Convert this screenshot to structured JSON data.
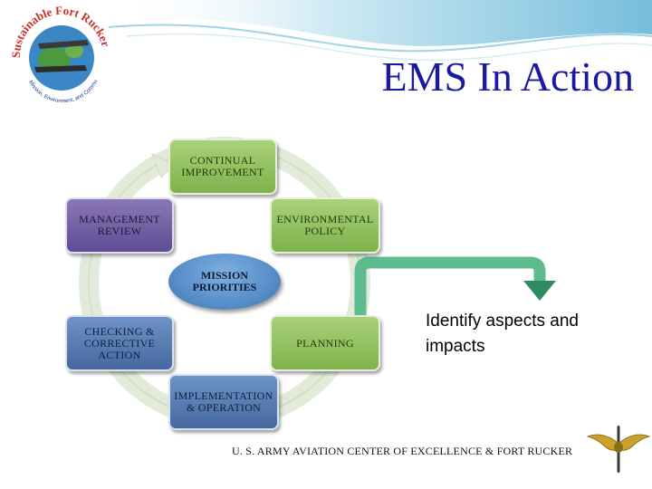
{
  "slide": {
    "title": "EMS In Action",
    "logo_text": "Sustainable Fort Rucker",
    "logo_subtext": "Mission, Environment, and Community",
    "cycle": {
      "center": "MISSION\nPRIORITIES",
      "steps": [
        {
          "label": "CONTINUAL\nIMPROVEMENT",
          "color": "green"
        },
        {
          "label": "ENVIRONMENTAL\nPOLICY",
          "color": "green"
        },
        {
          "label": "PLANNING",
          "color": "green"
        },
        {
          "label": "IMPLEMENTATION\n& OPERATION",
          "color": "blue"
        },
        {
          "label": "CHECKING &\nCORRECTIVE\nACTION",
          "color": "blue"
        },
        {
          "label": "MANAGEMENT\nREVIEW",
          "color": "purple"
        }
      ]
    },
    "callout": "Identify aspects and impacts",
    "footer": "U. S. ARMY AVIATION CENTER OF EXCELLENCE & FORT RUCKER"
  },
  "colors": {
    "title": "#1a1aa0",
    "green": "#8fbf5d",
    "purple": "#6f5ea3",
    "blue": "#5579ad",
    "arrow": "#5dbb8e",
    "wave": "#5ab4d6"
  }
}
